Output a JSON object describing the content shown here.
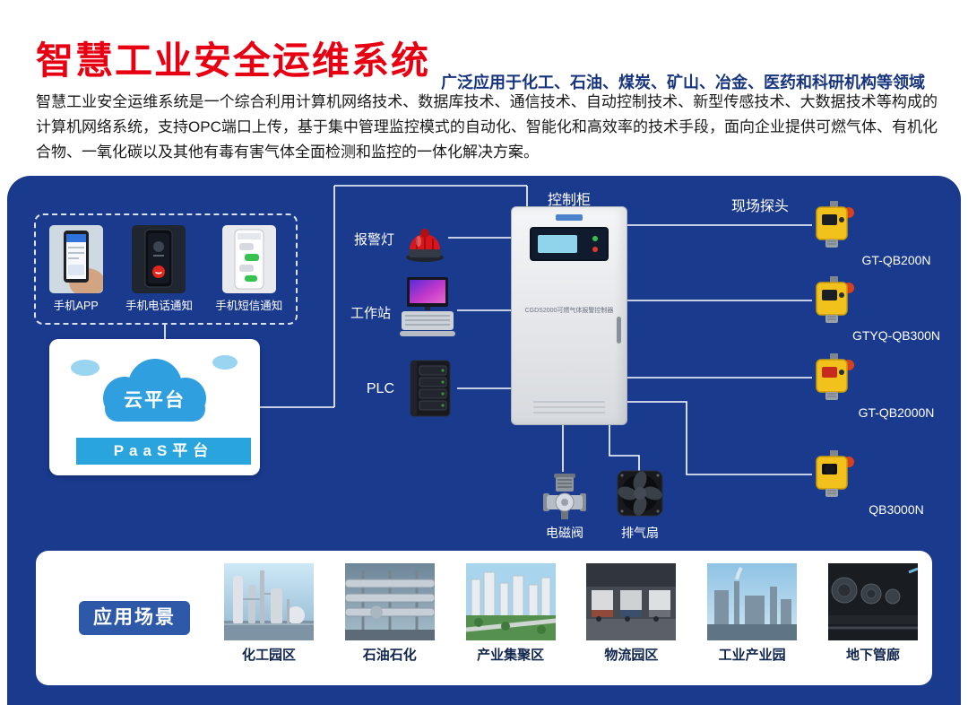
{
  "header": {
    "title": "智慧工业安全运维系统",
    "subtitle": "广泛应用于化工、石油、煤炭、矿山、冶金、医药和科研机构等领域",
    "description": "智慧工业安全运维系统是一个综合利用计算机网络技术、数据库技术、通信技术、自动控制技术、新型传感技术、大数据技术等构成的计算机网络系统，支持OPC端口上传，基于集中管理监控模式的自动化、智能化和高效率的技术手段，面向企业提供可燃气体、有机化合物、一氧化碳以及其他有毒有害气体全面检测和监控的一体化解决方案。"
  },
  "diagram": {
    "mobile": {
      "items": [
        {
          "label": "手机APP",
          "icon": "phone-app-photo"
        },
        {
          "label": "手机电话通知",
          "icon": "phone-call-photo"
        },
        {
          "label": "手机短信通知",
          "icon": "phone-sms-photo"
        }
      ]
    },
    "cloud": {
      "cloud_label": "云平台",
      "paas_label": "PaaS平台"
    },
    "cabinet_label": "控制柜",
    "cabinet_screen_text": "CGDS2000可燃气体报警控制器",
    "left_devices": [
      {
        "label": "报警灯",
        "icon": "alarm-light-icon"
      },
      {
        "label": "工作站",
        "icon": "workstation-icon"
      },
      {
        "label": "PLC",
        "icon": "plc-icon"
      }
    ],
    "bottom_devices": [
      {
        "label": "电磁阀",
        "icon": "solenoid-valve-icon"
      },
      {
        "label": "排气扇",
        "icon": "exhaust-fan-icon"
      }
    ],
    "probes_label": "现场探头",
    "probes": [
      {
        "label": "GT-QB200N",
        "icon": "gas-detector-icon"
      },
      {
        "label": "GTYQ-QB300N",
        "icon": "gas-detector-icon"
      },
      {
        "label": "GT-QB2000N",
        "icon": "gas-detector-icon"
      },
      {
        "label": "QB3000N",
        "icon": "gas-detector-icon"
      }
    ]
  },
  "applications": {
    "title": "应用场景",
    "items": [
      {
        "label": "化工园区",
        "icon": "chemical-park-photo"
      },
      {
        "label": "石油石化",
        "icon": "petrochemical-photo"
      },
      {
        "label": "产业集聚区",
        "icon": "industry-cluster-photo"
      },
      {
        "label": "物流园区",
        "icon": "logistics-park-photo"
      },
      {
        "label": "工业产业园",
        "icon": "industrial-park-photo"
      },
      {
        "label": "地下管廊",
        "icon": "underground-corridor-photo"
      }
    ]
  },
  "palette": {
    "title_red": "#e60012",
    "panel_blue": "#1a3a8e",
    "cloud_blue": "#2f9fe0",
    "paas_blue": "#2aa4dc",
    "app_button_blue": "#2e58a8"
  }
}
